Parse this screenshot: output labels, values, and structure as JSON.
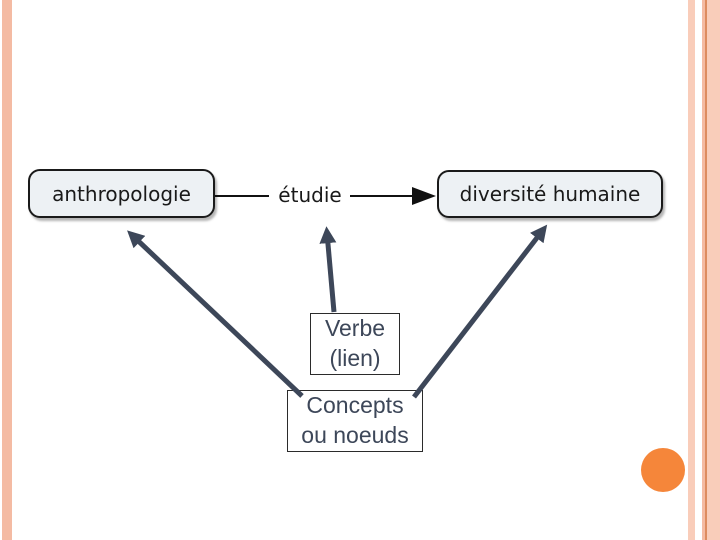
{
  "slide": {
    "kind": "presentation-slide-concept-map",
    "background": "#FFFFFF"
  },
  "decor": {
    "left_stripe_color": "#F4BBA3",
    "right_stripe_colors": [
      "#F9CDBA",
      "#F4BBA3",
      "#DD8C60",
      "#F9CDBA"
    ],
    "circle_color": "#F5863A"
  },
  "colors": {
    "node_fill": "#EDF1F4",
    "node_border": "#1A1A1A",
    "connector_black": "#111111",
    "arrow_slate": "#3D4759",
    "annotation_text": "#3D4759"
  },
  "diagram": {
    "nodes": [
      {
        "label": "anthropologie"
      },
      {
        "label": "diversité humaine"
      }
    ],
    "edge_label": "étudie",
    "annotations": {
      "verb": {
        "line1": "Verbe",
        "line2": "(lien)"
      },
      "concepts": {
        "line1": "Concepts",
        "line2": "ou noeuds"
      }
    }
  }
}
